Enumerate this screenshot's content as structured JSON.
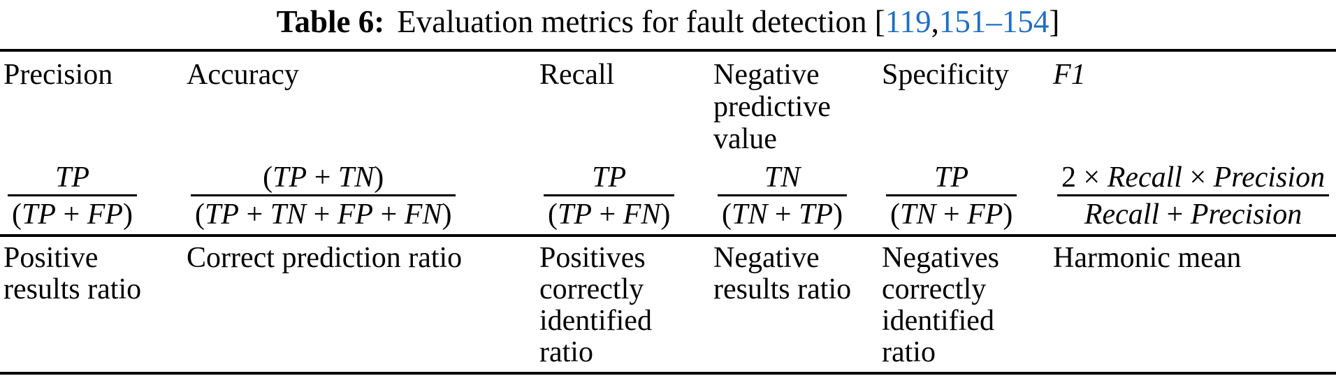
{
  "title": {
    "label": "Table 6:",
    "text": "Evaluation metrics for fault detection ",
    "open_bracket": "[",
    "cite_a": "119",
    "separator": ",",
    "cite_b": "151–154",
    "close_bracket": "]"
  },
  "colors": {
    "text": "#000000",
    "citation_blue": "#1f6fc4",
    "rule": "#000000"
  },
  "table": {
    "columns": [
      {
        "header": "Precision",
        "formula": {
          "num": "TP",
          "den": "(TP + FP)"
        },
        "description": "Positive results ratio"
      },
      {
        "header": "Accuracy",
        "formula": {
          "num": "(TP + TN)",
          "den": "(TP + TN + FP + FN)"
        },
        "description": "Correct prediction ratio"
      },
      {
        "header": "Recall",
        "formula": {
          "num": "TP",
          "den": "(TP + FN)"
        },
        "description": "Positives correctly identified ratio"
      },
      {
        "header": "Negative predictive value",
        "formula": {
          "num": "TN",
          "den": "(TN + TP)"
        },
        "description": "Negative results ratio"
      },
      {
        "header": "Specificity",
        "formula": {
          "num": "TP",
          "den": "(TN + FP)"
        },
        "description": "Negatives correctly identified ratio"
      },
      {
        "header": "F1",
        "formula": {
          "num": "2 × Recall × Precision",
          "den": "Recall + Precision"
        },
        "description": "Harmonic mean"
      }
    ]
  }
}
